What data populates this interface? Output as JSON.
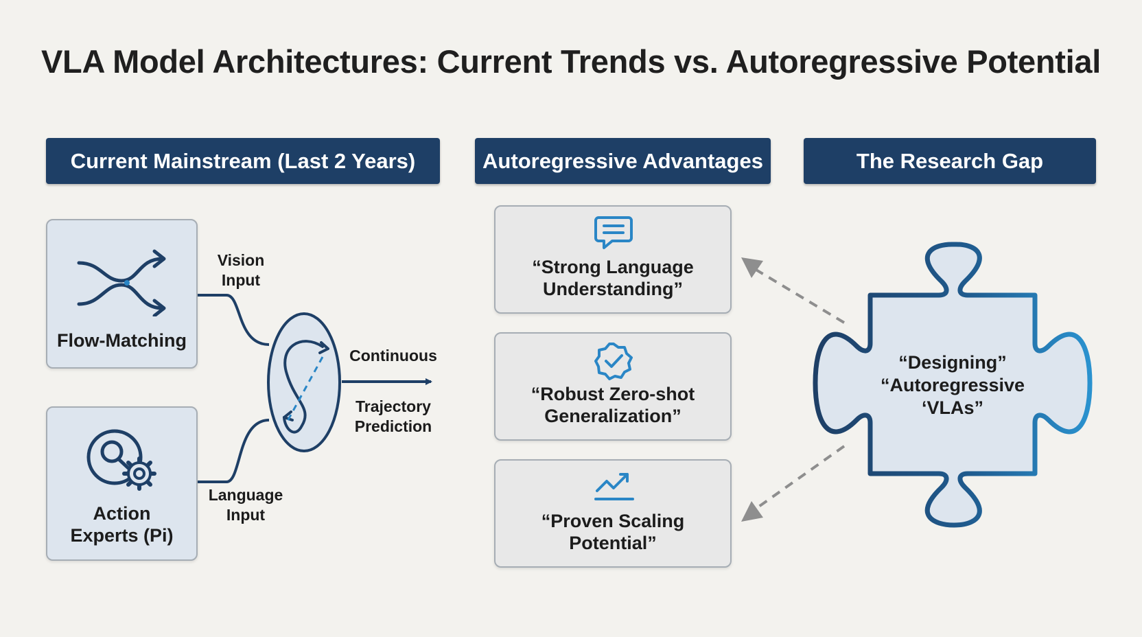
{
  "title": "VLA Model Architectures: Current Trends vs. Autoregressive Potential",
  "headers": {
    "mainstream": "Current Mainstream (Last 2 Years)",
    "advantages": "Autoregressive Advantages",
    "gap": "The Research Gap"
  },
  "mainstream": {
    "flow_matching": "Flow-Matching",
    "action_experts_line1": "Action",
    "action_experts_line2": "Experts (Pi)",
    "vision_input_line1": "Vision",
    "vision_input_line2": "Input",
    "language_input_line1": "Language",
    "language_input_line2": "Input",
    "output_line1": "Continuous",
    "output_line2": "Trajectory",
    "output_line3": "Prediction"
  },
  "advantages": [
    {
      "icon": "chat-bubble-icon",
      "line1": "“Strong Language",
      "line2": "Understanding”"
    },
    {
      "icon": "checkmark-badge-icon",
      "line1": "“Robust Zero-shot",
      "line2": "Generalization”"
    },
    {
      "icon": "trend-up-icon",
      "line1": "“Proven Scaling",
      "line2": "Potential”"
    }
  ],
  "gap": {
    "line1": "“Designing”",
    "line2": "“Autoregressive",
    "line3": "‘VLAs”"
  },
  "colors": {
    "header_bg": "#1e3f66",
    "navy": "#1e3f66",
    "accent_blue": "#2a86c6",
    "left_card_bg": "#dde5ee",
    "adv_card_bg": "#e8e8e8",
    "page_bg": "#f3f2ee"
  }
}
